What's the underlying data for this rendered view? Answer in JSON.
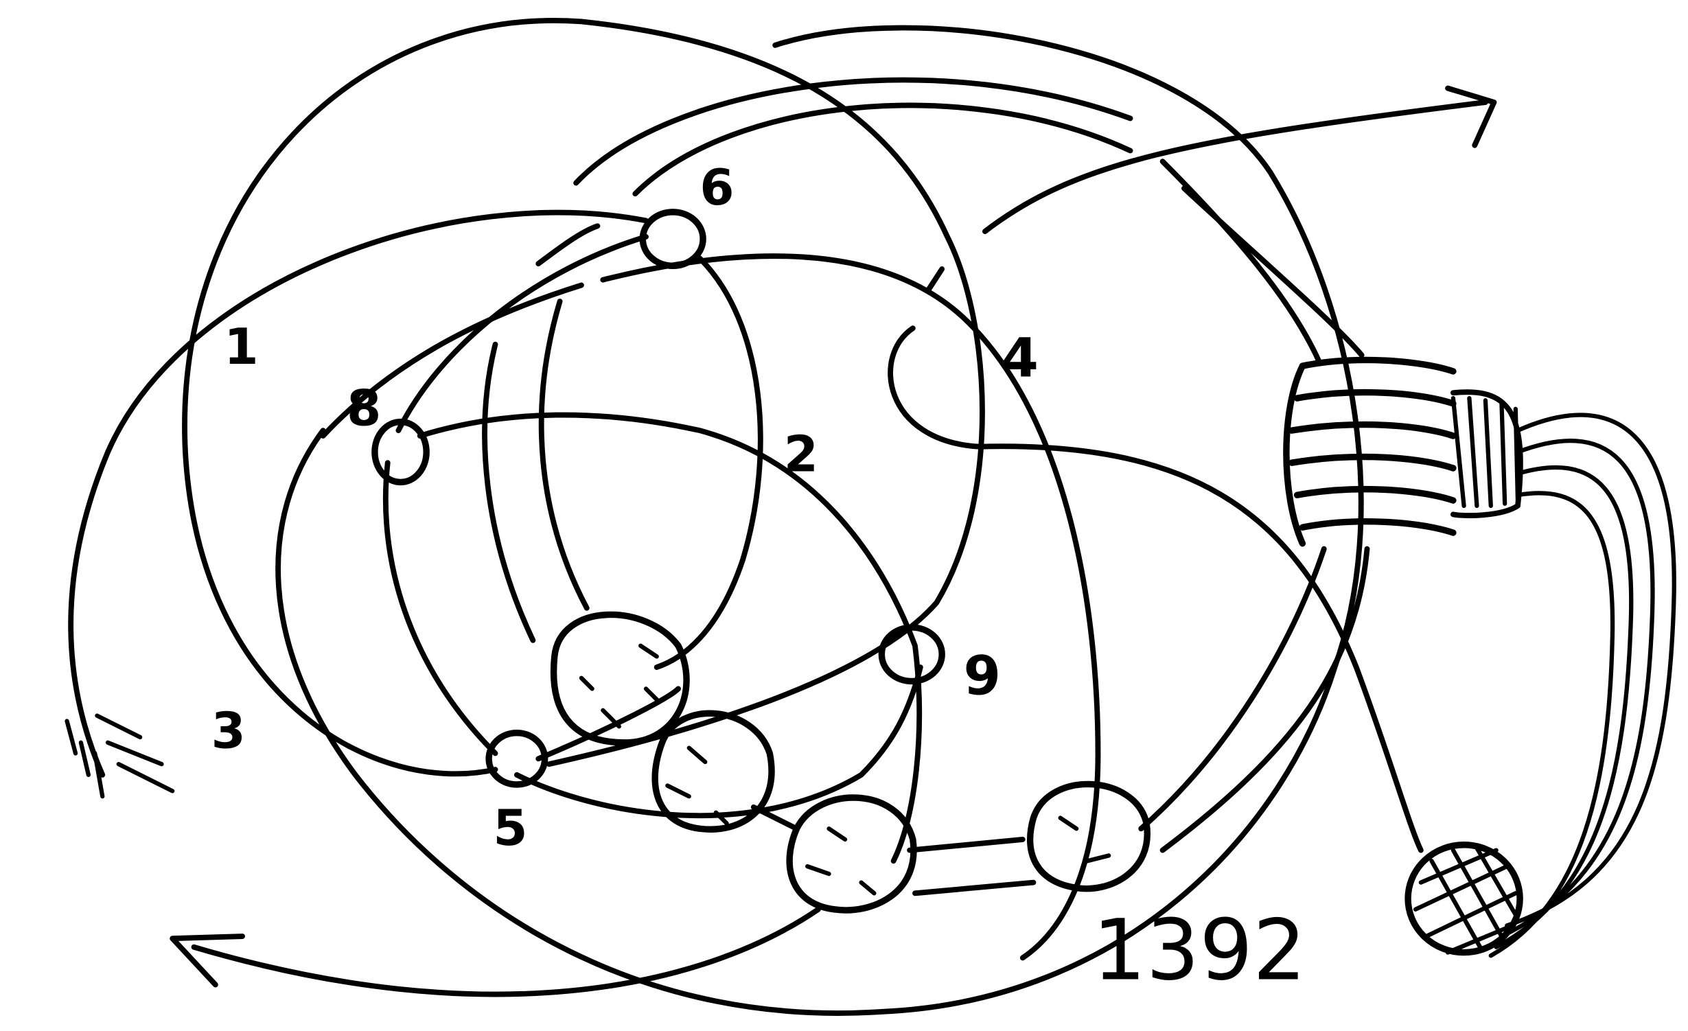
{
  "diagram": {
    "labels": {
      "n1": "1",
      "n2": "2",
      "n3": "3",
      "n4": "4",
      "n5": "5",
      "n6": "6",
      "n8": "8",
      "n9": "9"
    },
    "catalog_number": "1392",
    "ink_color": "#000000",
    "background": "#ffffff"
  }
}
